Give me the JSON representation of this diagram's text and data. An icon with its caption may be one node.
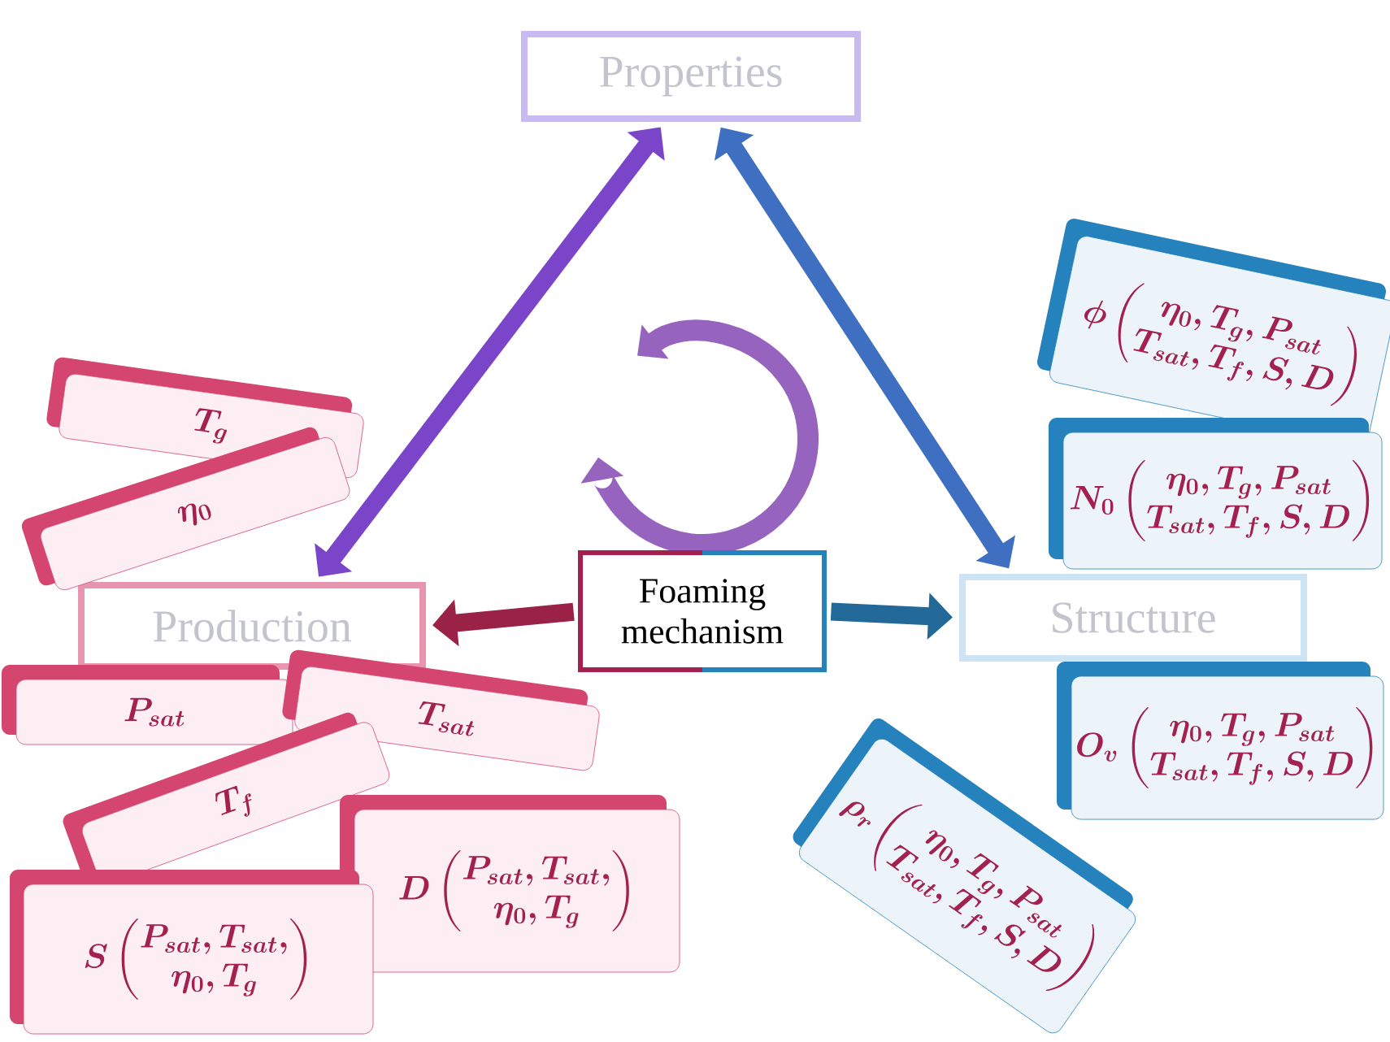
{
  "diagram": {
    "nodes": [
      {
        "text": [
          "Properties"
        ]
      },
      {
        "text": [
          "Foaming mechanism"
        ]
      },
      {
        "text": [
          "Production"
        ]
      },
      {
        "text": [
          "Structure"
        ]
      },
      {
        "text": [
          "T_g"
        ]
      },
      {
        "text": [
          "\\eta_0"
        ]
      },
      {
        "text": [
          "P_{sat}"
        ]
      },
      {
        "text": [
          "T_{sat}"
        ]
      },
      {
        "text": [
          "T_f"
        ]
      },
      {
        "text": [
          "D\\left(\\begin{matrix}P_{sat},T_{sat},\\\\ \\eta_0,T_g\\end{matrix}\\right)"
        ]
      },
      {
        "text": [
          "S\\left(\\begin{matrix}P_{sat},T_{sat},\\\\ \\eta_0,T_g\\end{matrix}\\right)"
        ]
      },
      {
        "text": [
          "\\phi\\left(\\begin{matrix}\\eta_0,T_g,P_{sat}\\\\ T_{sat},T_f,S,D\\end{matrix}\\right)"
        ]
      },
      {
        "text": [
          "N_0\\left(\\begin{matrix}\\eta_0,T_g,P_{sat}\\\\ T_{sat},T_f,S,D\\end{matrix}\\right)"
        ]
      },
      {
        "text": [
          "O_v\\left(\\begin{matrix}\\eta_0,T_g,P_{sat}\\\\ T_{sat},T_f,S,D\\end{matrix}\\right)"
        ]
      },
      {
        "text": [
          "\\rho_r\\left(\\begin{matrix}\\eta_0,T_g,P_{sat}\\\\ T_{sat},T_f,S,D\\end{matrix}\\right)"
        ]
      }
    ],
    "edges": [
      {
        "from": 2,
        "to": 0,
        "arrow": "both",
        "color": "#7a45c8"
      },
      {
        "from": 3,
        "to": 0,
        "arrow": "both",
        "color": "#3f6fc0"
      },
      {
        "from": 1,
        "to": 2,
        "arrow": "to",
        "color": "#9a2247"
      },
      {
        "from": 1,
        "to": 3,
        "arrow": "to",
        "color": "#22699a"
      }
    ]
  }
}
